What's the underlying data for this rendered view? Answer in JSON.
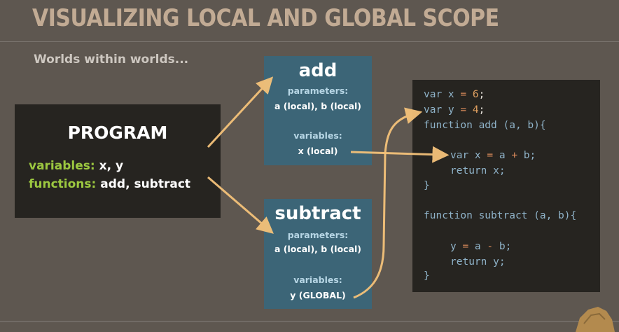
{
  "title": "VISUALIZING LOCAL AND GLOBAL SCOPE",
  "subtitle": "Worlds within worlds...",
  "program": {
    "title": "PROGRAM",
    "variables_label": "variables:",
    "variables_value": "x, y",
    "functions_label": "functions:",
    "functions_value": "add, subtract"
  },
  "add_box": {
    "name": "add",
    "parameters_label": "parameters:",
    "parameters_value": "a (local), b (local)",
    "variables_label": "variables:",
    "variables_value": "x (local)"
  },
  "subtract_box": {
    "name": "subtract",
    "parameters_label": "parameters:",
    "parameters_value": "a (local), b (local)",
    "variables_label": "variables:",
    "variables_value": "y (GLOBAL)"
  },
  "code": {
    "l1_kw": "var x ",
    "l1_op": "=",
    "l1_num": " 6",
    "l1_end": ";",
    "l2_kw": "var y ",
    "l2_op": "=",
    "l2_num": " 4",
    "l2_end": ";",
    "l3": "function add (a, b){",
    "l4_a": "var x ",
    "l4_op": "=",
    "l4_b": " a ",
    "l4_op2": "+",
    "l4_c": " b;",
    "l5": "return x;",
    "l6": "}",
    "l7": "function subtract (a, b){",
    "l8_a": "y ",
    "l8_op": "=",
    "l8_b": " a ",
    "l8_op2": "-",
    "l8_c": " b;",
    "l9": "return y;",
    "l10": "}"
  },
  "colors": {
    "background": "#5e5750",
    "title": "#c2ab94",
    "panel": "#262420",
    "function_box": "#3c6577",
    "keyword_green": "#9cc840",
    "arrow": "#f4c27a"
  }
}
